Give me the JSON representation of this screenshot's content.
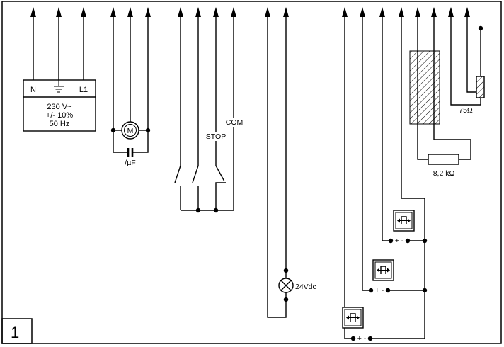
{
  "figure_number": "1",
  "power_supply": {
    "neutral_label": "N",
    "line_label": "L1",
    "voltage": "230 V~",
    "tolerance": "+/- 10%",
    "frequency": "50 Hz"
  },
  "motor": {
    "label": "M",
    "capacitor_label": "/µF"
  },
  "controls": {
    "stop_label": "STOP",
    "common_label": "COM"
  },
  "lamp": {
    "voltage_label": "24Vdc"
  },
  "safety_edge": {
    "resistor_75_label": "75Ω",
    "resistor_8k2_label": "8,2 kΩ"
  },
  "photocells": [
    {
      "terminals": "+ -"
    },
    {
      "terminals": "+ -"
    },
    {
      "terminals": "+ -"
    }
  ],
  "icons": {
    "ground": "ground-icon",
    "motor": "motor-icon",
    "capacitor": "capacitor-icon",
    "lamp": "lamp-icon",
    "photocell": "photocell-icon",
    "resistor": "resistor-icon"
  },
  "colors": {
    "line": "#000000",
    "background": "#ffffff"
  }
}
